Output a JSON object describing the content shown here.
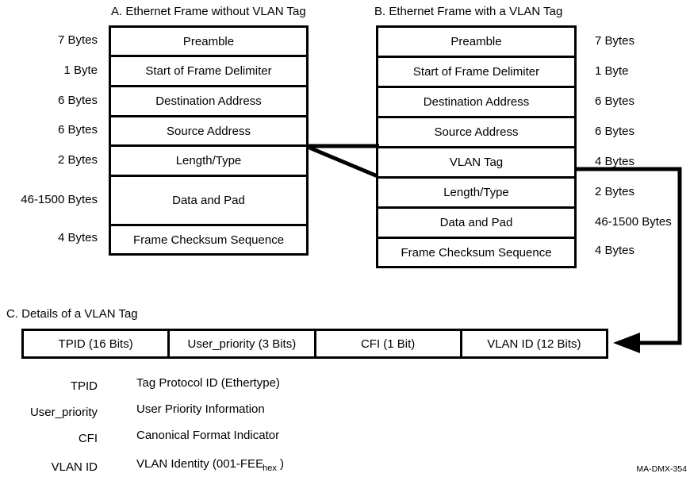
{
  "figure": {
    "code": "MA-DMX-354"
  },
  "frame_a": {
    "title": "A. Ethernet Frame without VLAN Tag",
    "rows": [
      {
        "label": "Preamble",
        "size": "7 Bytes"
      },
      {
        "label": "Start of Frame Delimiter",
        "size": "1 Byte"
      },
      {
        "label": "Destination Address",
        "size": "6 Bytes"
      },
      {
        "label": "Source Address",
        "size": "6 Bytes"
      },
      {
        "label": "Length/Type",
        "size": "2 Bytes"
      },
      {
        "label": "Data and Pad",
        "size": "46-1500 Bytes"
      },
      {
        "label": "Frame Checksum Sequence",
        "size": "4 Bytes"
      }
    ]
  },
  "frame_b": {
    "title": "B. Ethernet Frame with a VLAN Tag",
    "rows": [
      {
        "label": "Preamble",
        "size": "7 Bytes"
      },
      {
        "label": "Start of Frame Delimiter",
        "size": "1 Byte"
      },
      {
        "label": "Destination Address",
        "size": "6 Bytes"
      },
      {
        "label": "Source Address",
        "size": "6 Bytes"
      },
      {
        "label": "VLAN Tag",
        "size": "4 Bytes"
      },
      {
        "label": "Length/Type",
        "size": "2 Bytes"
      },
      {
        "label": "Data and Pad",
        "size": "46-1500 Bytes"
      },
      {
        "label": "Frame Checksum Sequence",
        "size": "4 Bytes"
      }
    ]
  },
  "vlan_detail": {
    "title": "C. Details of a VLAN Tag",
    "fields": [
      "TPID (16 Bits)",
      "User_priority (3 Bits)",
      "CFI (1 Bit)",
      "VLAN ID (12 Bits)"
    ],
    "definitions": [
      {
        "term": "TPID",
        "text": "Tag Protocol ID (Ethertype)"
      },
      {
        "term": "User_priority",
        "text": "User Priority Information"
      },
      {
        "term": "CFI",
        "text": "Canonical Format Indicator"
      },
      {
        "term": "VLAN ID",
        "text": "VLAN Identity (001-FEE",
        "subscript": "hex",
        "suffix": " )"
      }
    ]
  },
  "colors": {
    "line": "#000000",
    "background": "#ffffff",
    "text": "#000000"
  }
}
